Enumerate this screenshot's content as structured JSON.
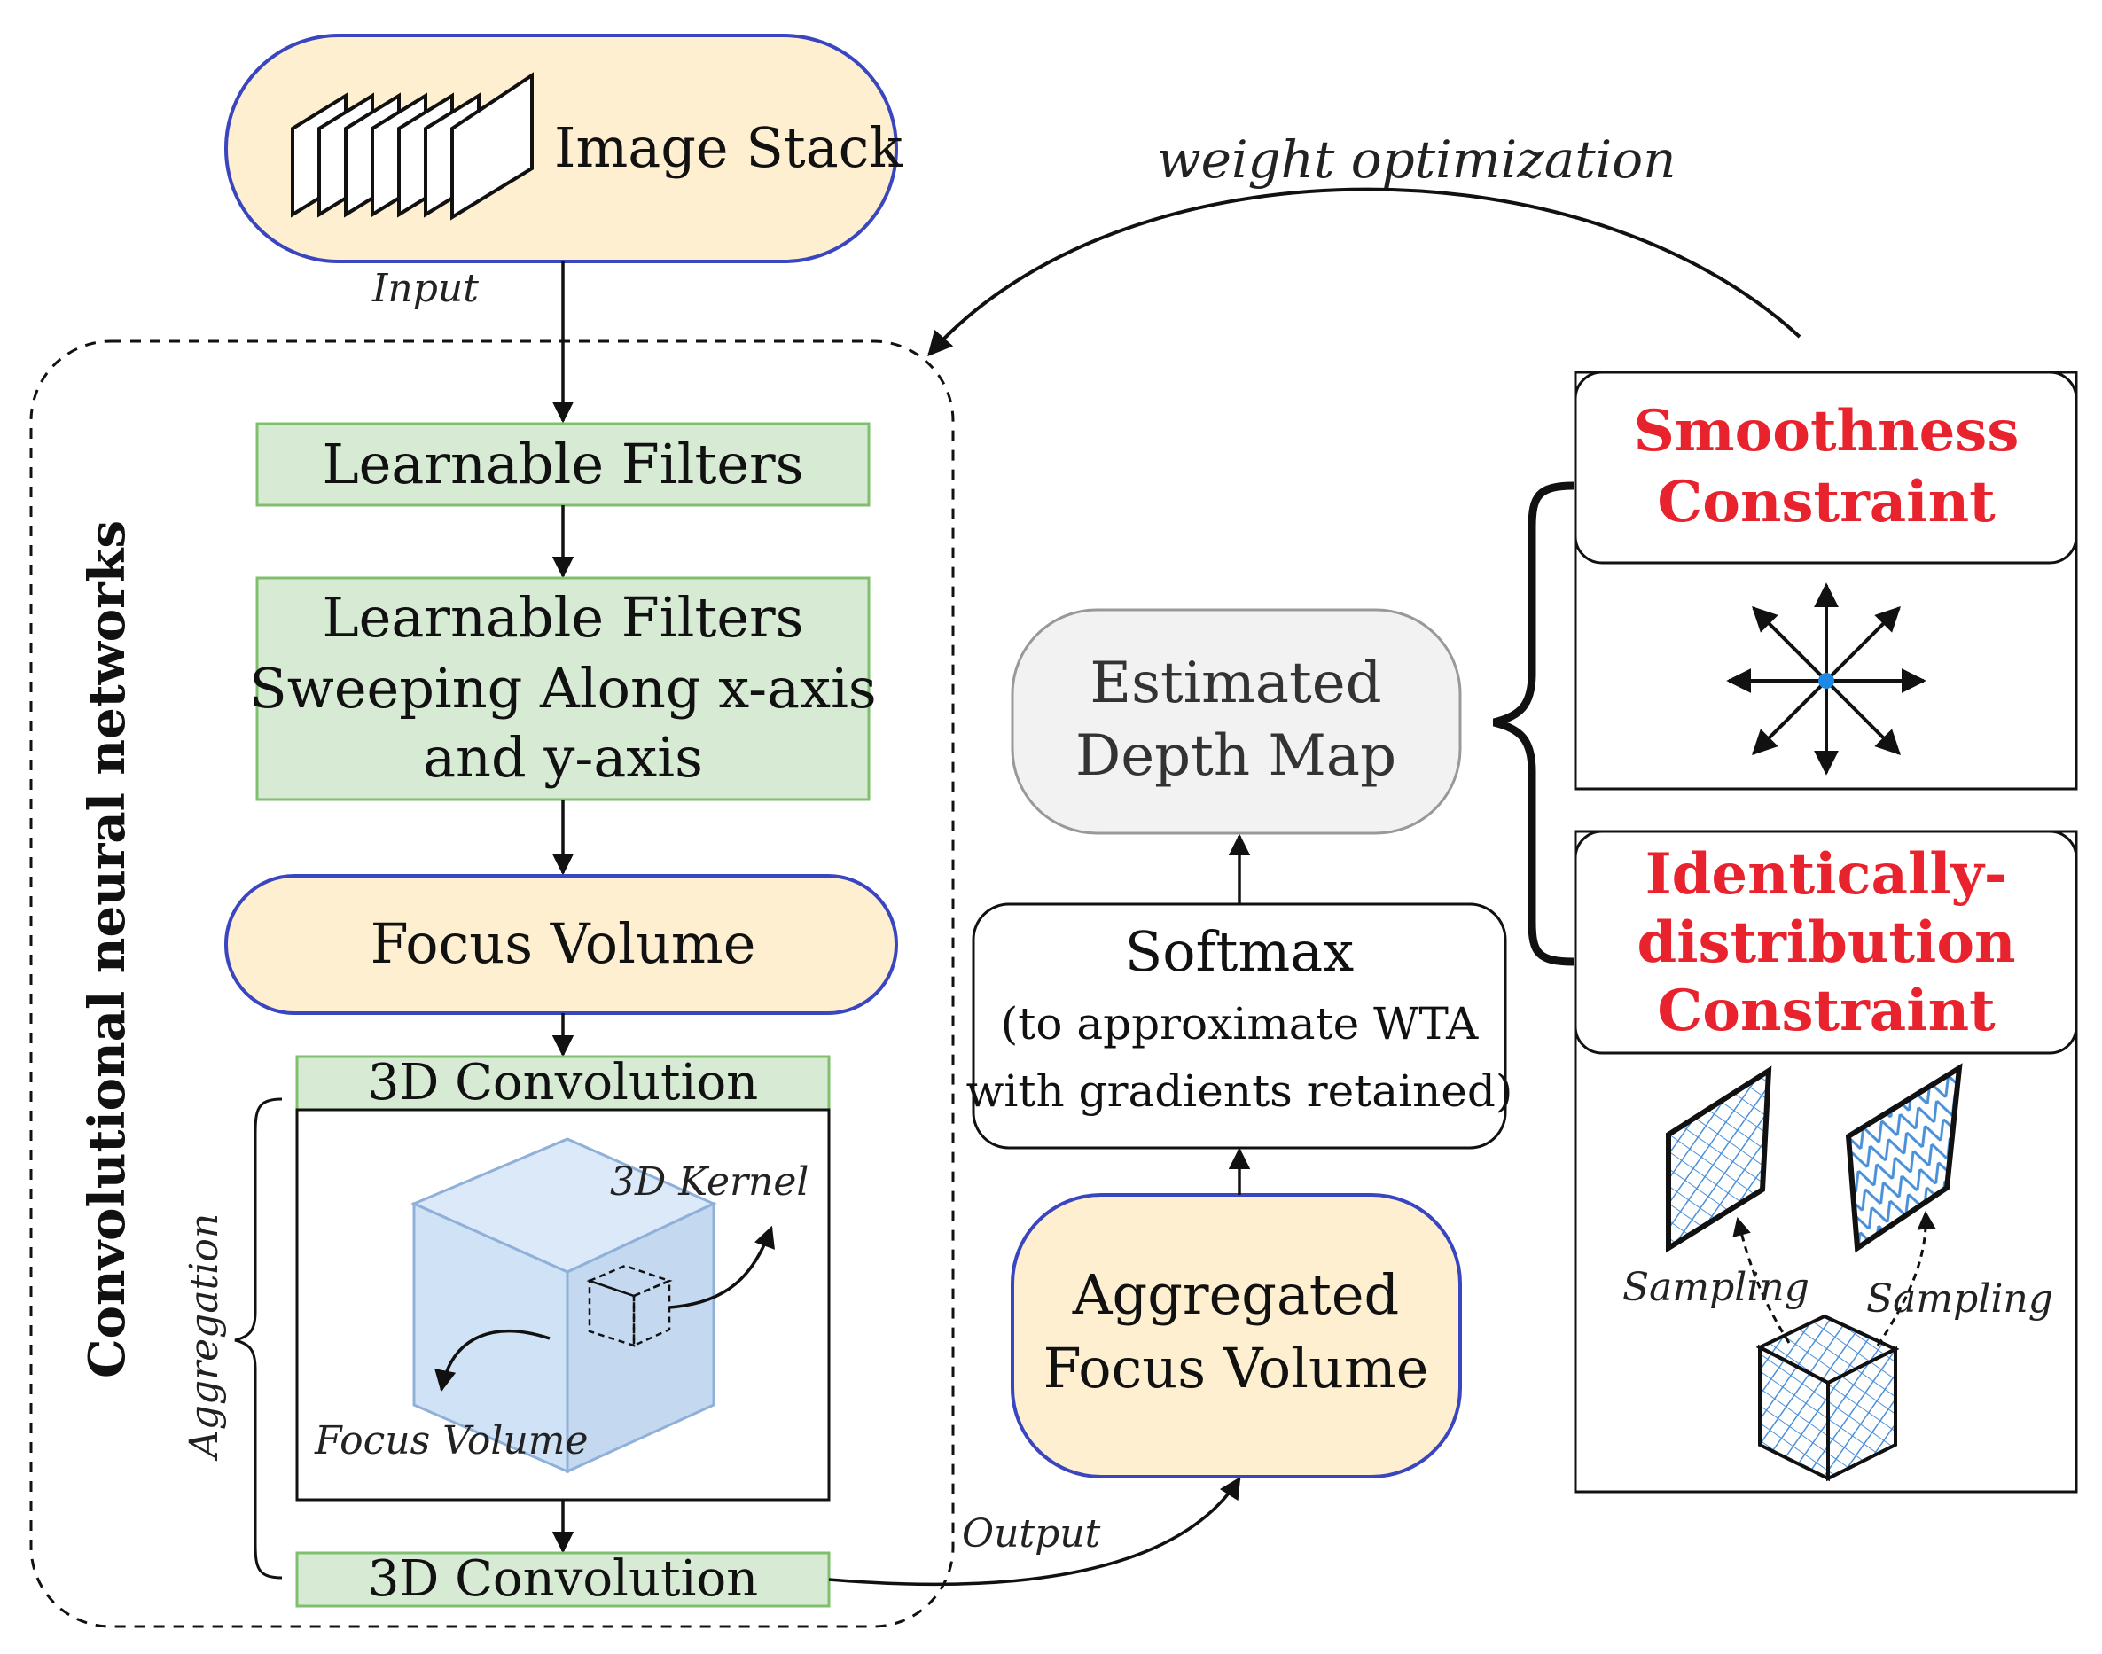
{
  "image_stack": "Image Stack",
  "input_label": "Input",
  "weight_optimization": "weight optimization",
  "cnn_label": "Convolutional neural networks",
  "learnable_filters": "Learnable Filters",
  "learnable_sweep": [
    "Learnable Filters",
    "Sweeping Along x-axis",
    "and y-axis"
  ],
  "focus_volume": "Focus Volume",
  "conv3d_top": "3D Convolution",
  "conv3d_bottom": "3D Convolution",
  "aggregation": "Aggregation",
  "kernel_3d": "3D Kernel",
  "focus_volume_italic": "Focus Volume",
  "output_label": "Output",
  "estimated_depth": [
    "Estimated",
    "Depth Map"
  ],
  "softmax": [
    "Softmax",
    "(to approximate WTA",
    "with gradients retained)"
  ],
  "aggregated_focus": [
    "Aggregated",
    "Focus Volume"
  ],
  "smoothness": [
    "Smoothness",
    "Constraint"
  ],
  "identical": [
    "Identically-",
    "distribution",
    "Constraint"
  ],
  "sampling_left": "Sampling",
  "sampling_right": "Sampling",
  "colors": {
    "pill_fill": "#fdefcf",
    "pill_stroke": "#3a45c0",
    "green_fill": "#d6ead4",
    "green_stroke": "#7fbf6e",
    "cube_fill": "#cfe2f6",
    "cube_stroke": "#8fb0d8",
    "red_text": "#e8232d",
    "depth_fill": "#f2f2f2",
    "hatch_blue": "#4a90d9"
  }
}
